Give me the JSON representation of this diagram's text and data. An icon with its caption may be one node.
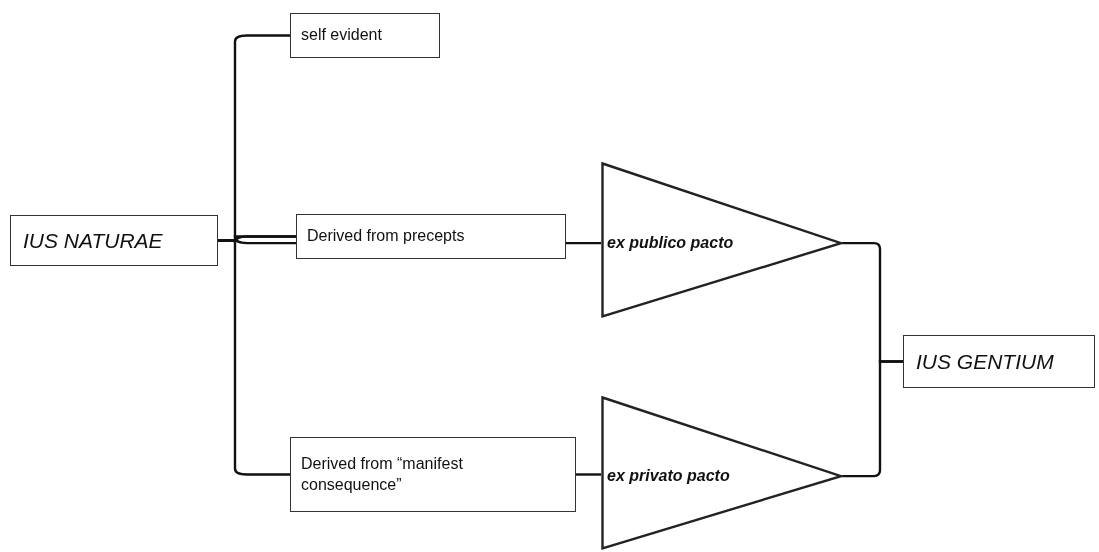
{
  "diagram": {
    "nodes": [
      {
        "text": [
          "IUS NATURAE"
        ]
      },
      {
        "text": [
          "self evident"
        ]
      },
      {
        "text": [
          "Derived from precepts"
        ]
      },
      {
        "text": [
          "Derived from “manifest consequence”"
        ]
      },
      {
        "text": [
          "ex publico pacto"
        ]
      },
      {
        "text": [
          "ex privato pacto"
        ]
      },
      {
        "text": [
          "IUS GENTIUM"
        ]
      }
    ],
    "edges": [
      {
        "from": 0,
        "to": 1,
        "arrow": "none"
      },
      {
        "from": 0,
        "to": 2,
        "arrow": "none"
      },
      {
        "from": 0,
        "to": 3,
        "arrow": "none"
      },
      {
        "from": 2,
        "to": 4,
        "arrow": "none"
      },
      {
        "from": 3,
        "to": 5,
        "arrow": "none"
      },
      {
        "from": 4,
        "to": 6,
        "arrow": "none"
      },
      {
        "from": 5,
        "to": 6,
        "arrow": "none"
      }
    ]
  }
}
